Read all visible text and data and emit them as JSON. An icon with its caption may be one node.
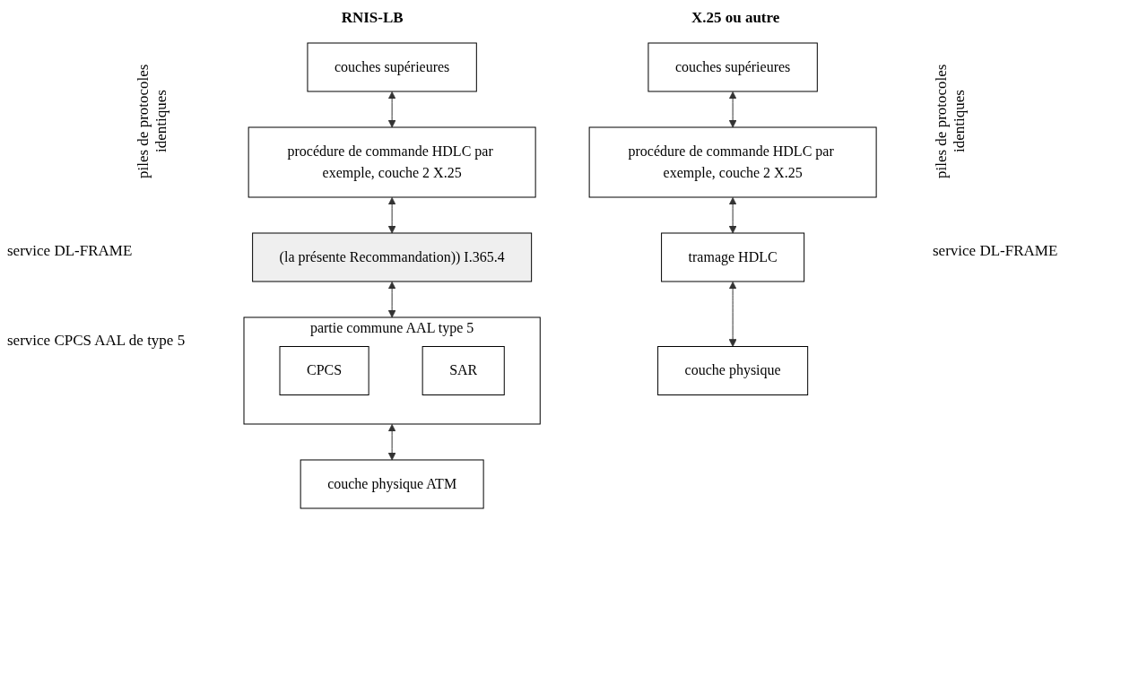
{
  "diagram": {
    "nodes": [
      {
        "text": [
          "couches supérieures"
        ]
      },
      {
        "text": [
          "procédure de commande HDLC par exemple, couche 2 X.25"
        ]
      },
      {
        "text": [
          "(la présente Recommandation)) I.365.4"
        ]
      },
      {
        "text": [
          "partie commune AAL type 5"
        ]
      },
      {
        "text": [
          "CPCS"
        ],
        "in": 3
      },
      {
        "text": [
          "SAR"
        ],
        "in": 3
      },
      {
        "text": [
          "couche physique ATM"
        ]
      },
      {
        "text": [
          "couches supérieures"
        ]
      },
      {
        "text": [
          "procédure de commande HDLC par exemple, couche 2 X.25"
        ]
      },
      {
        "text": [
          "tramage HDLC"
        ]
      },
      {
        "text": [
          "couche physique"
        ]
      }
    ],
    "edges": [
      {
        "from": 0,
        "to": 1,
        "arrow": "both"
      },
      {
        "from": 1,
        "to": 2,
        "arrow": "both"
      },
      {
        "from": 2,
        "to": 3,
        "arrow": "both"
      },
      {
        "from": 3,
        "to": 6,
        "arrow": "both"
      },
      {
        "from": 7,
        "to": 8,
        "arrow": "both"
      },
      {
        "from": 8,
        "to": 9,
        "arrow": "both"
      },
      {
        "from": 9,
        "to": 10,
        "arrow": "both"
      }
    ],
    "labels": [
      "RNIS-LB",
      "X.25 ou autre",
      "piles de protocoles identiques",
      "piles de protocoles identiques",
      "service DL-FRAME",
      "service DL-FRAME",
      "service CPCS AAL de type 5"
    ]
  }
}
